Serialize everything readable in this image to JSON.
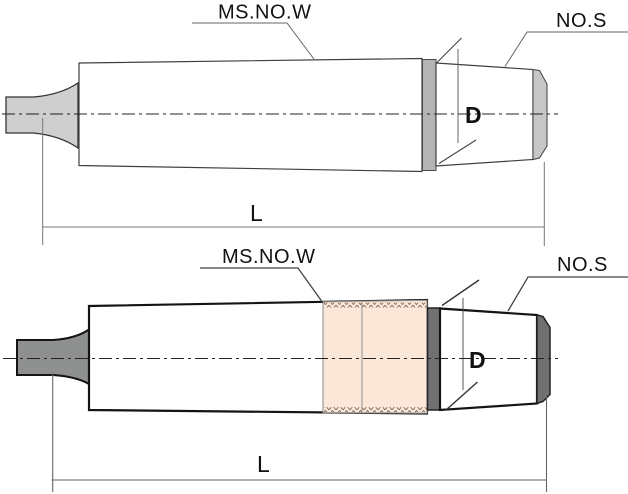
{
  "figure": {
    "views": [
      {
        "id": "arbor-plain",
        "labels": {
          "shank": "MS.NO.W",
          "nose": "NO.S",
          "diameter": "D",
          "length": "L"
        },
        "colors": {
          "tang": "#cfcfcf",
          "collar": "#b4b4b4",
          "cap": "#c7c7c7"
        }
      },
      {
        "id": "arbor-knurled",
        "labels": {
          "shank": "MS.NO.W",
          "nose": "NO.S",
          "diameter": "D",
          "length": "L"
        },
        "colors": {
          "tang": "#8e9090",
          "collar": "#6e7072",
          "cap": "#6e7072",
          "knurl": "#fbe7d8"
        }
      }
    ]
  }
}
